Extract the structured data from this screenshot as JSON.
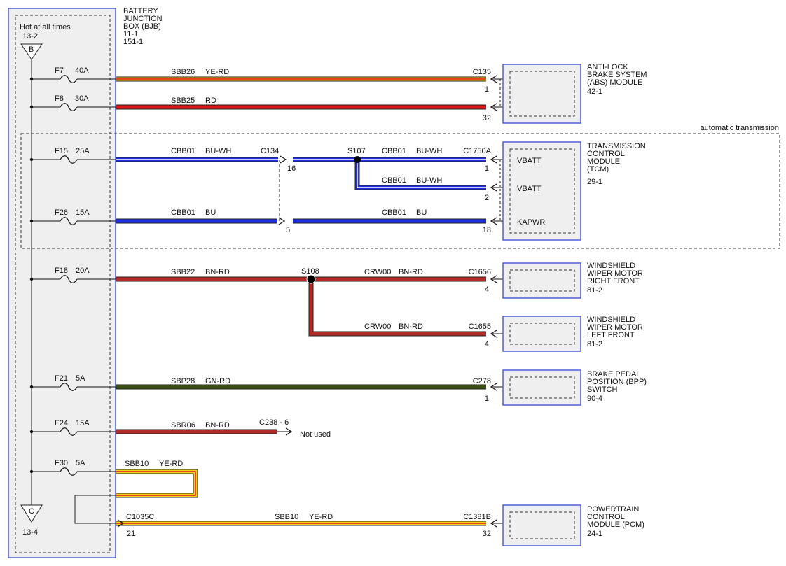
{
  "bjb": {
    "hot_label": "Hot at all times",
    "hot_ref": "13-2",
    "title_lines": [
      "BATTERY",
      "JUNCTION",
      "BOX (BJB)",
      "11-1",
      "151-1"
    ],
    "top_terminal": "B",
    "bottom_terminal": "C",
    "bottom_ref": "13-4"
  },
  "optional_group_label": "automatic transmission",
  "fuses": [
    {
      "id": "F7",
      "rating": "40A"
    },
    {
      "id": "F8",
      "rating": "30A"
    },
    {
      "id": "F15",
      "rating": "25A"
    },
    {
      "id": "F26",
      "rating": "15A"
    },
    {
      "id": "F18",
      "rating": "20A"
    },
    {
      "id": "F21",
      "rating": "5A"
    },
    {
      "id": "F24",
      "rating": "15A"
    },
    {
      "id": "F30",
      "rating": "5A"
    }
  ],
  "wires": [
    {
      "circuit": "SBB26",
      "color": "YE-RD"
    },
    {
      "circuit": "SBB25",
      "color": "RD"
    },
    {
      "circuit": "CBB01",
      "color": "BU-WH"
    },
    {
      "circuit": "CBB01",
      "color": "BU-WH"
    },
    {
      "circuit": "CBB01",
      "color": "BU-WH"
    },
    {
      "circuit": "CBB01",
      "color": "BU"
    },
    {
      "circuit": "CBB01",
      "color": "BU"
    },
    {
      "circuit": "SBB22",
      "color": "BN-RD"
    },
    {
      "circuit": "CRW00",
      "color": "BN-RD"
    },
    {
      "circuit": "CRW00",
      "color": "BN-RD"
    },
    {
      "circuit": "SBP28",
      "color": "GN-RD"
    },
    {
      "circuit": "SBR06",
      "color": "BN-RD"
    },
    {
      "circuit": "SBB10",
      "color": "YE-RD"
    },
    {
      "circuit": "SBB10",
      "color": "YE-RD"
    }
  ],
  "connectors": {
    "c135": "C135",
    "c135_pin1": "1",
    "c135_pin2": "32",
    "c134": "C134",
    "c134_pin1": "16",
    "c134_pin2": "5",
    "c1750a": "C1750A",
    "c1750a_pin1": "1",
    "c1750a_pin2": "2",
    "c1750a_pin3": "18",
    "c1656": "C1656",
    "c1656_pin": "4",
    "c1655": "C1655",
    "c1655_pin": "4",
    "c278": "C278",
    "c278_pin": "1",
    "c238": "C238  -  6",
    "c1035c": "C1035C",
    "c1035c_pin": "21",
    "c1381b": "C1381B",
    "c1381b_pin": "32"
  },
  "splices": {
    "s107": "S107",
    "s108": "S108"
  },
  "not_used": "Not used",
  "pins": {
    "vbatt": "VBATT",
    "kapwr": "KAPWR"
  },
  "modules": {
    "abs": [
      "ANTI-LOCK",
      "BRAKE SYSTEM",
      "(ABS) MODULE",
      "42-1"
    ],
    "tcm": [
      "TRANSMISSION",
      "CONTROL",
      "MODULE",
      "(TCM)",
      "29-1"
    ],
    "wiper_rf": [
      "WINDSHIELD",
      "WIPER MOTOR,",
      "RIGHT FRONT",
      "81-2"
    ],
    "wiper_lf": [
      "WINDSHIELD",
      "WIPER MOTOR,",
      "LEFT FRONT",
      "81-2"
    ],
    "bpp": [
      "BRAKE PEDAL",
      "POSITION (BPP)",
      "SWITCH",
      "90-4"
    ],
    "pcm": [
      "POWERTRAIN",
      "CONTROL",
      "MODULE (PCM)",
      "24-1"
    ]
  },
  "wire_colors": {
    "yellow": "#f2d21b",
    "red": "#e0161b",
    "blue": "#1f2ee0",
    "brown_red": "#b42a26",
    "green": "#3a4e14",
    "box_blue": "#4f5fd9",
    "box_fill": "#efefef"
  }
}
